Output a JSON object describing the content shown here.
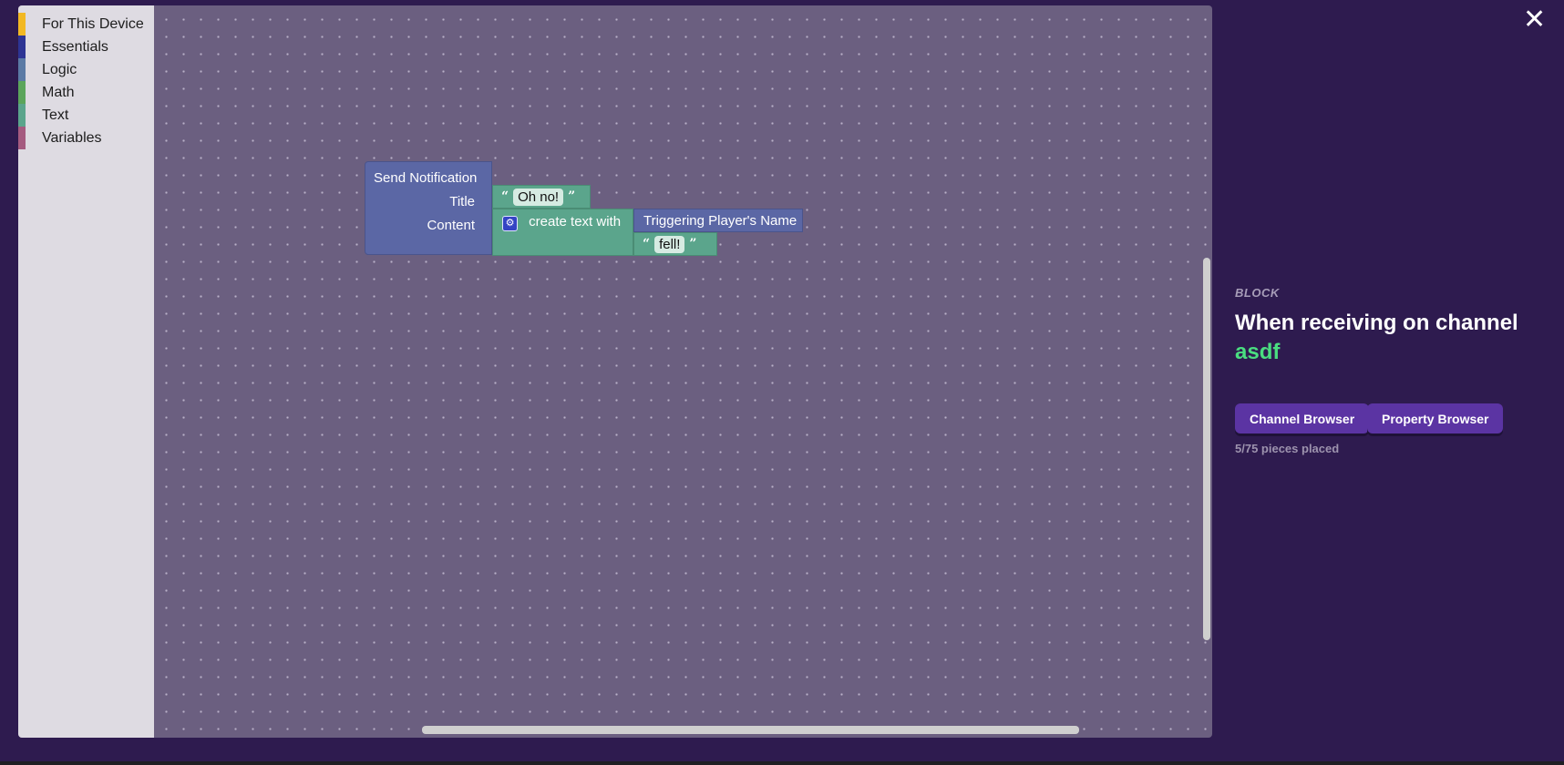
{
  "sidebar": {
    "categories": [
      {
        "label": "For This Device",
        "color": "#f2b823"
      },
      {
        "label": "Essentials",
        "color": "#2d3494"
      },
      {
        "label": "Logic",
        "color": "#5b7aa5"
      },
      {
        "label": "Math",
        "color": "#5ba55b"
      },
      {
        "label": "Text",
        "color": "#5ba58c"
      },
      {
        "label": "Variables",
        "color": "#a55b80"
      }
    ]
  },
  "workspace": {
    "send_block": {
      "title": "Send Notification",
      "title_label": "Title",
      "content_label": "Content"
    },
    "title_text": "Oh no!",
    "join_block": {
      "label": "create text with"
    },
    "player_block": {
      "label": "Triggering Player's Name"
    },
    "fell_text": "fell!",
    "open_quote": "“",
    "close_quote": "”"
  },
  "panel": {
    "kind": "BLOCK",
    "title": "When receiving on channel",
    "channel": "asdf",
    "channel_browser": "Channel Browser",
    "property_browser": "Property Browser",
    "pieces": "5/75 pieces placed"
  },
  "close_label": "✕"
}
